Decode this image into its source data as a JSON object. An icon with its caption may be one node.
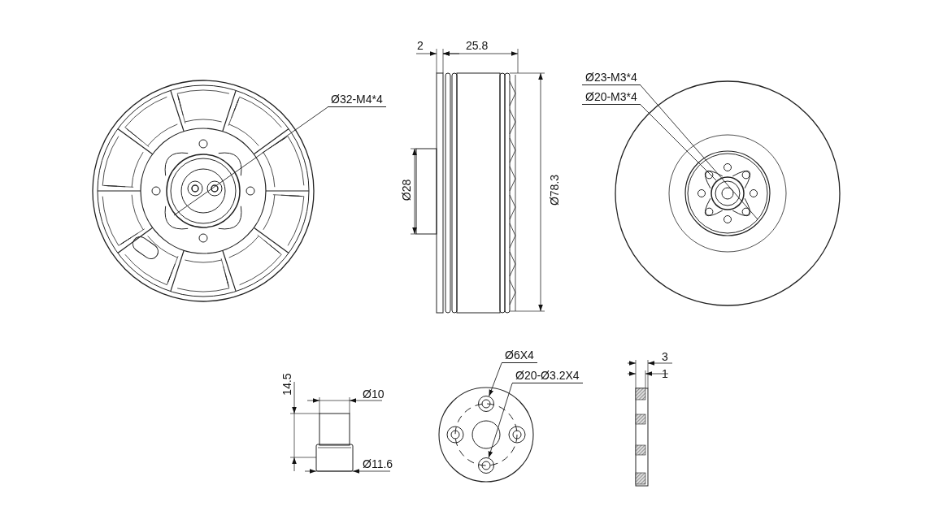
{
  "diagram": {
    "nodes": [
      {
        "text": [
          "Ø32-M4*4"
        ]
      },
      {
        "text": [
          "Ø23-M3*4"
        ]
      },
      {
        "text": [
          "Ø20-M3*4"
        ]
      },
      {
        "text": [
          "Ø6X4"
        ]
      },
      {
        "text": [
          "Ø20-Ø3.2X4"
        ]
      },
      {
        "text": [],
        "shape": "circle"
      },
      {
        "text": [],
        "shape": "circle"
      }
    ],
    "edges": [
      {
        "from": 0,
        "to": null,
        "arrow": "none"
      },
      {
        "from": 1,
        "to": null,
        "arrow": "none"
      },
      {
        "from": 2,
        "to": null,
        "arrow": "none"
      },
      {
        "from": 3,
        "to": 5,
        "arrow": "to"
      },
      {
        "from": 4,
        "to": 6,
        "arrow": "to"
      }
    ],
    "labels": [
      "2",
      "25.8",
      "Ø28",
      "Ø78.3",
      "14.5",
      "Ø10",
      "Ø11.6",
      "3",
      "1"
    ]
  }
}
